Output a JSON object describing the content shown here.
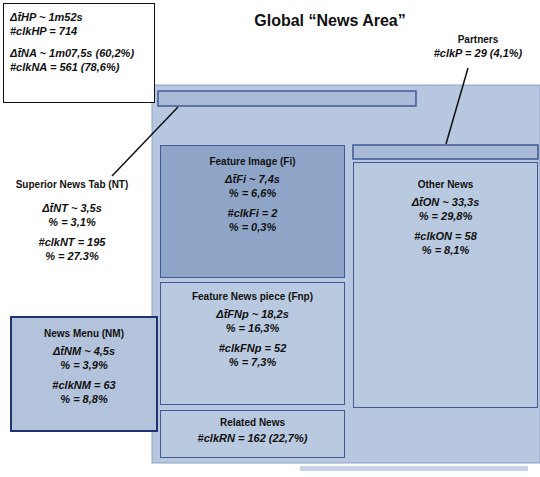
{
  "diagram": {
    "title": "Global “News Area”",
    "nodes": [
      {
        "text": [
          "Δt̄HP ~ 1m52s",
          "#clkHP = 714",
          "Δt̄NA ~ 1m07,5s (60,2%)",
          "#clkNA = 561 (78,6%)"
        ]
      },
      {
        "text": [
          "Feature Image (Fi)",
          "Δt̄Fi ~ 7,4s",
          "% = 6,6%",
          "#clkFi = 2",
          "% = 0,3%"
        ]
      },
      {
        "text": [
          "Other News",
          "Δt̄ON ~ 33,3s",
          "% = 29,8%",
          "#clkON = 58",
          "% = 8,1%"
        ]
      },
      {
        "text": [
          "Feature News piece (Fnp)",
          "Δt̄FNp ~ 18,2s",
          "% = 16,3%",
          "#clkFNp = 52",
          "% = 7,3%"
        ]
      },
      {
        "text": [
          "News Menu (NM)",
          "Δt̄NM ~ 4,5s",
          "% = 3,9%",
          "#clkNM = 63",
          "% = 8,8%"
        ]
      },
      {
        "text": [
          "Related News",
          "#clkRN = 162 (22,7%)"
        ]
      }
    ],
    "labels": [
      "Superior News Tab (NT)",
      "Δt̄NT ~ 3,5s",
      "% = 3,1%",
      "#clkNT = 195",
      "% = 27.3%",
      "Partners",
      "#clkP = 29 (4,1%)"
    ]
  }
}
